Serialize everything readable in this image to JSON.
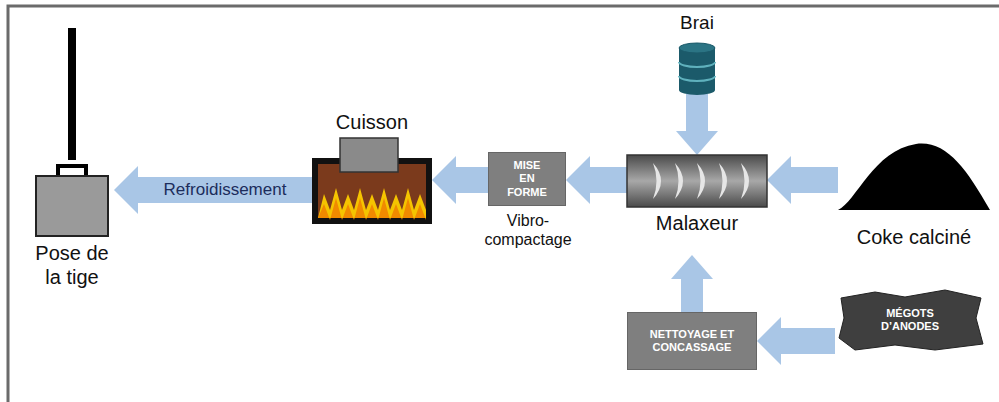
{
  "diagram": {
    "nodes": [
      {
        "text": [
          "Pose de la tige"
        ]
      },
      {
        "text": [
          "Cuisson"
        ]
      },
      {
        "text": [
          "MISE EN FORME",
          "Vibro-compactage"
        ]
      },
      {
        "text": [
          "Brai"
        ]
      },
      {
        "text": [
          "Malaxeur"
        ]
      },
      {
        "text": [
          "Coke calciné"
        ]
      },
      {
        "text": [
          "NETTOYAGE ET CONCASSAGE"
        ]
      },
      {
        "text": [
          "MÉGOTS D’ANODES"
        ]
      }
    ],
    "edges": [
      {
        "from": 5,
        "to": 4,
        "arrow": "to"
      },
      {
        "from": 3,
        "to": 4,
        "arrow": "to"
      },
      {
        "from": 7,
        "to": 6,
        "arrow": "to"
      },
      {
        "from": 6,
        "to": 4,
        "arrow": "to"
      },
      {
        "from": 4,
        "to": 2,
        "arrow": "to"
      },
      {
        "from": 2,
        "to": 1,
        "arrow": "to"
      },
      {
        "from": 1,
        "to": 0,
        "label": "Refroidissement",
        "arrow": "to"
      }
    ]
  }
}
